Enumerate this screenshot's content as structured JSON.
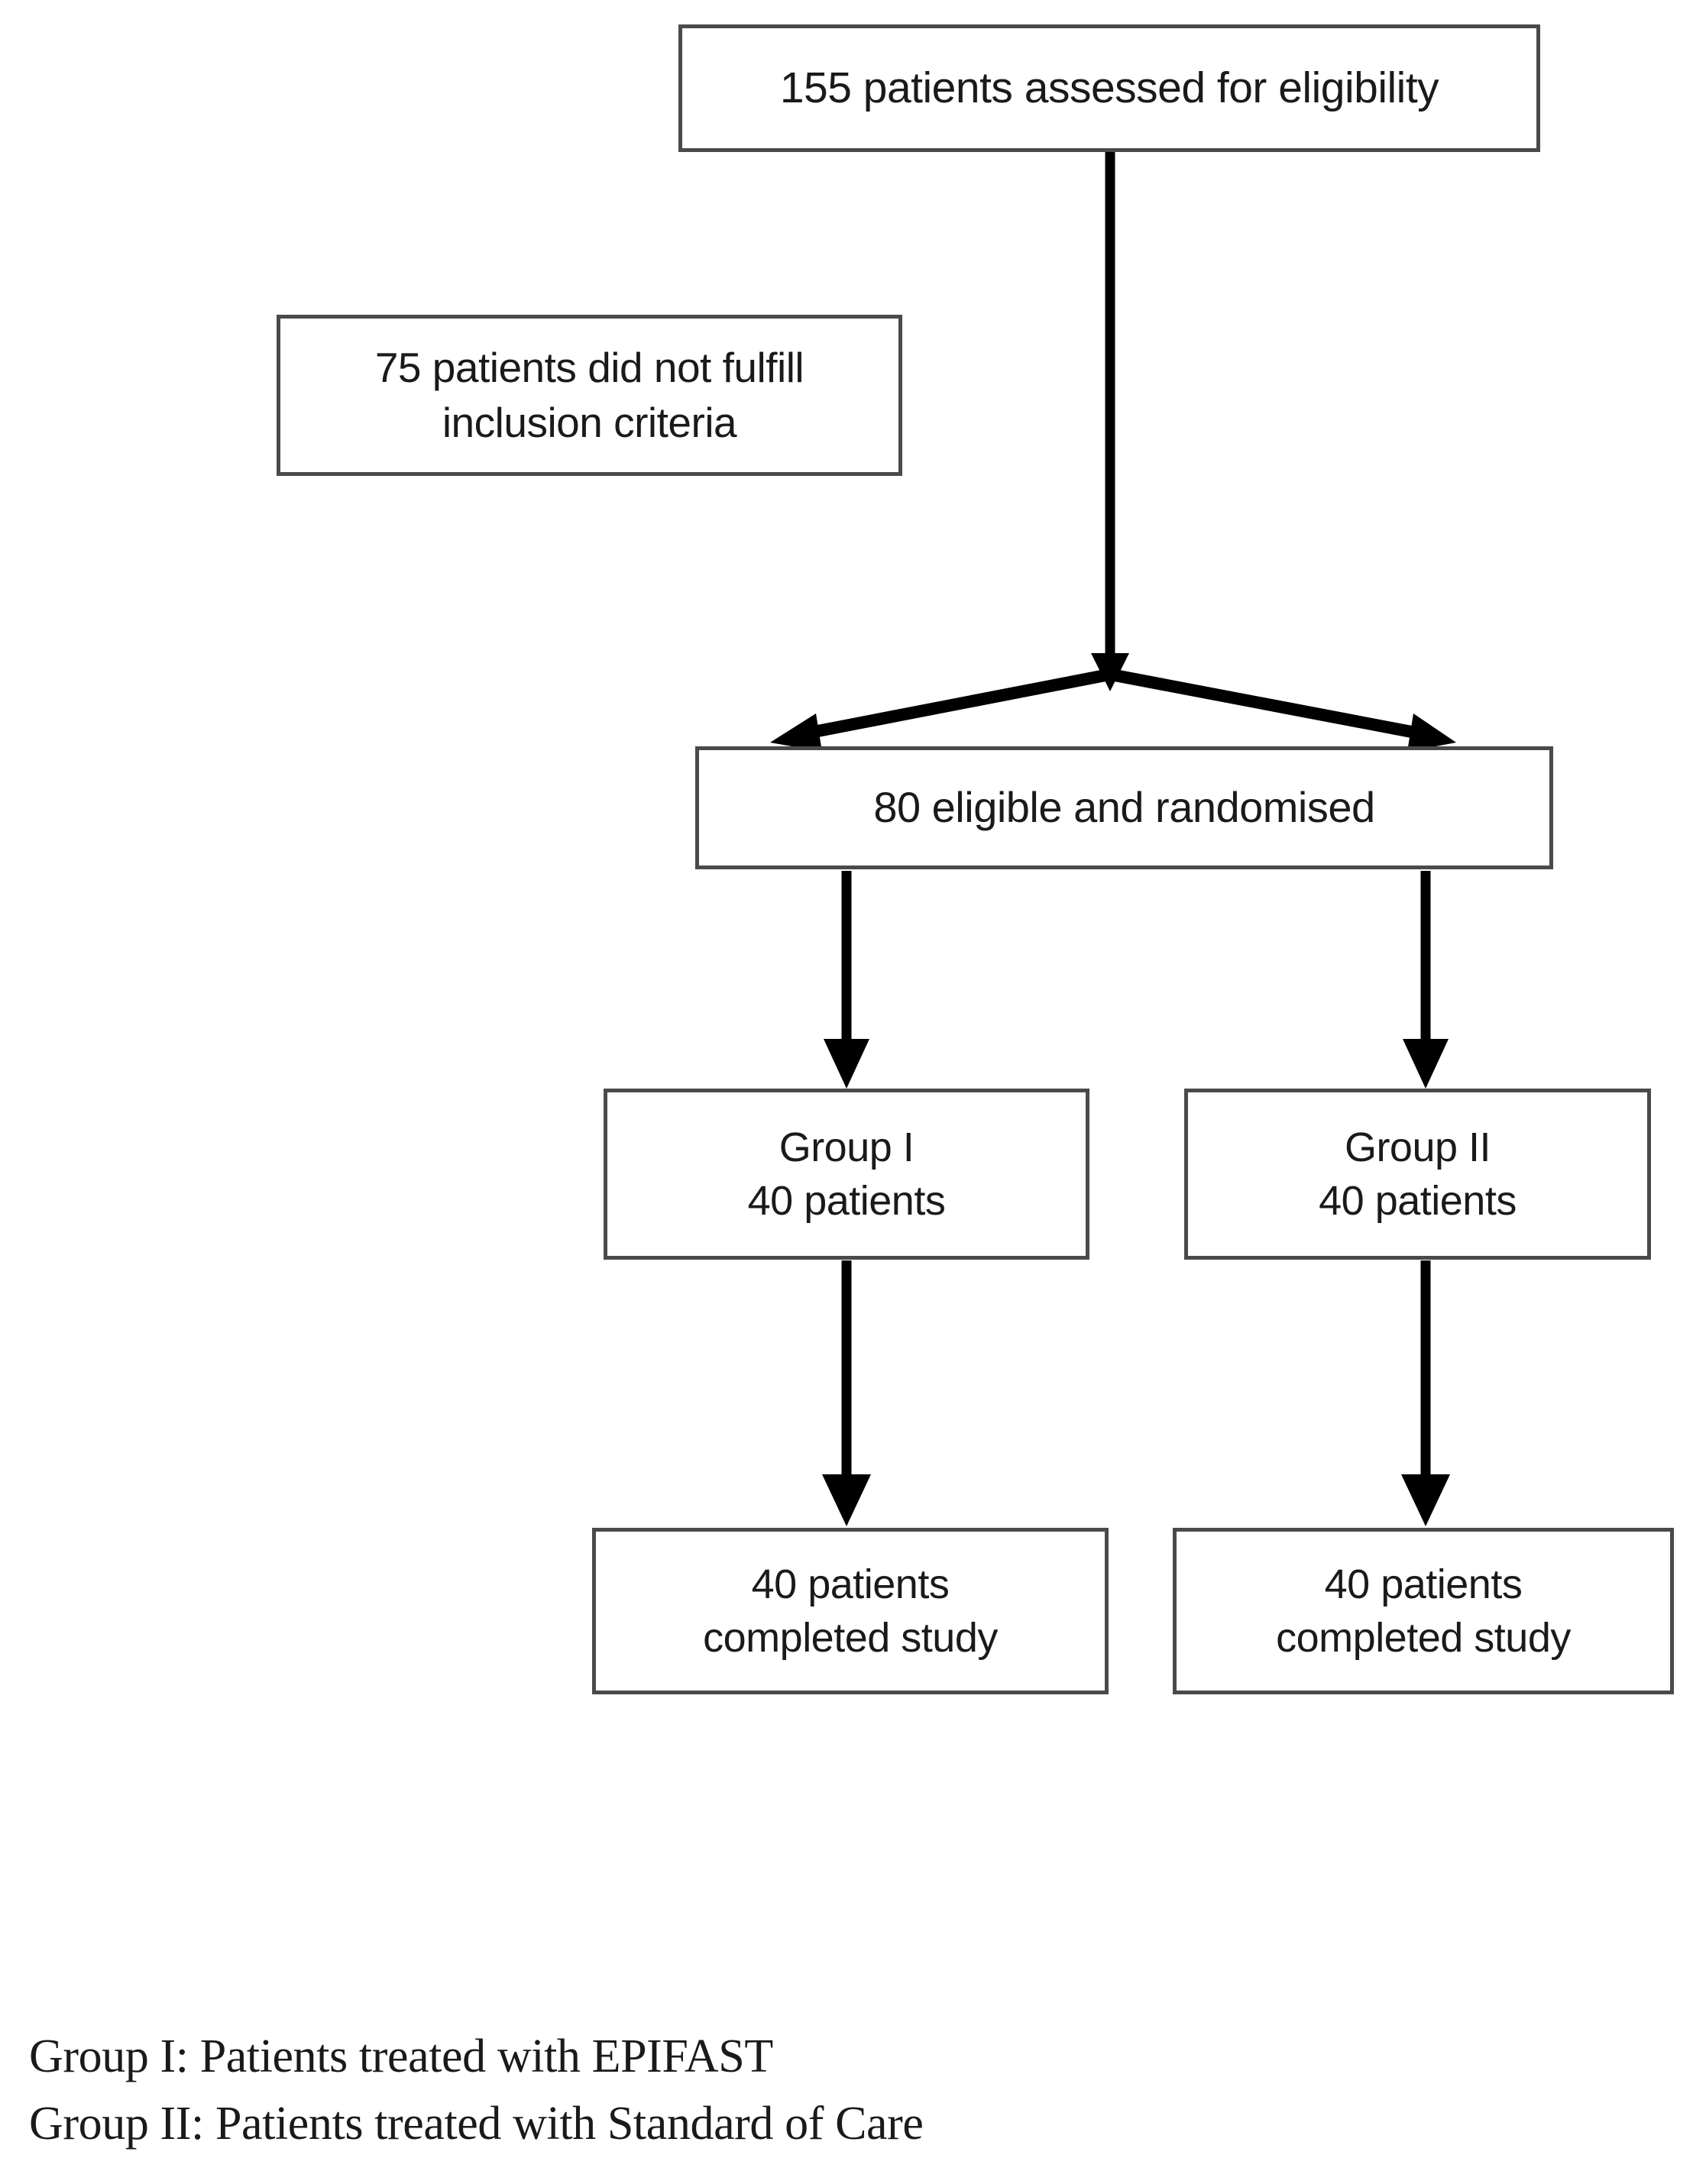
{
  "diagram": {
    "title": "CONSORT patient flow diagram",
    "type": "flowchart",
    "colors": {
      "box_border": "#4a4a4a",
      "connector": "#000000",
      "text": "#1a1a1a",
      "background": "#ffffff"
    },
    "nodes": {
      "assessed": {
        "id": "assessed",
        "text": "155 patients assessed for eligibility",
        "count": 155
      },
      "excluded": {
        "id": "excluded",
        "line1": "75 patients did not fulfill",
        "line2": "inclusion criteria",
        "count": 75
      },
      "randomised": {
        "id": "randomised",
        "text": "80 eligible and randomised",
        "count": 80
      },
      "group1": {
        "id": "group1",
        "line1": "Group I",
        "line2": "40 patients",
        "count": 40
      },
      "group2": {
        "id": "group2",
        "line1": "Group II",
        "line2": "40 patients",
        "count": 40
      },
      "complete1": {
        "id": "complete1",
        "line1": "40 patients",
        "line2": "completed study",
        "count": 40
      },
      "complete2": {
        "id": "complete2",
        "line1": "40 patients",
        "line2": "completed study",
        "count": 40
      }
    },
    "edges": [
      {
        "id": "assessed-to-split",
        "from": "assessed",
        "to": "split-apex",
        "style": "vertical-line-with-arrowhead"
      },
      {
        "id": "split-to-randomised-left",
        "from": "split-apex",
        "to": "randomised",
        "style": "diagonal-arrow-down-left"
      },
      {
        "id": "split-to-randomised-right",
        "from": "split-apex",
        "to": "randomised",
        "style": "diagonal-arrow-down-right"
      },
      {
        "id": "randomised-to-group1",
        "from": "randomised",
        "to": "group1",
        "style": "vertical-arrow"
      },
      {
        "id": "randomised-to-group2",
        "from": "randomised",
        "to": "group2",
        "style": "vertical-arrow"
      },
      {
        "id": "group1-to-complete1",
        "from": "group1",
        "to": "complete1",
        "style": "vertical-arrow"
      },
      {
        "id": "group2-to-complete2",
        "from": "group2",
        "to": "complete2",
        "style": "vertical-arrow"
      }
    ]
  },
  "legend": {
    "line1": "Group I: Patients treated with EPIFAST",
    "line2": "Group II: Patients treated with Standard of Care"
  }
}
